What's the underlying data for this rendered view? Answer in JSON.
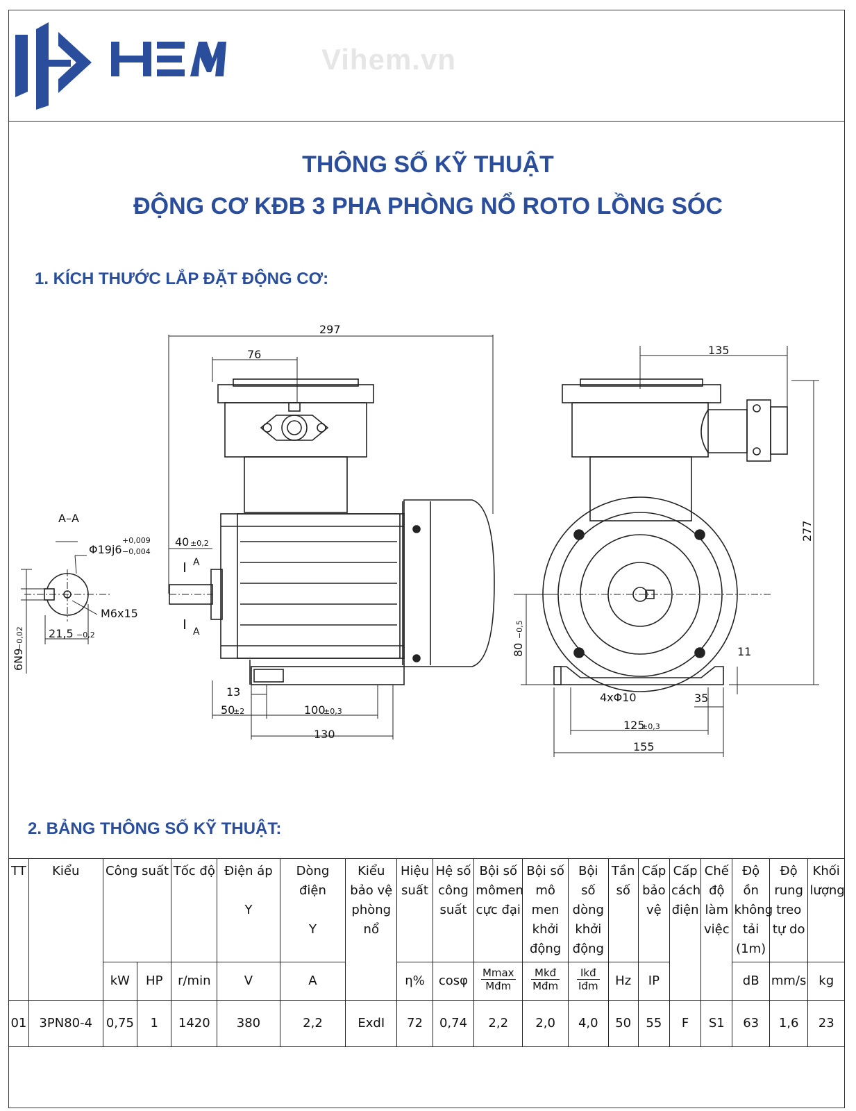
{
  "header": {
    "brand": "HEM",
    "watermark": "Vihem.vn"
  },
  "titles": {
    "line1": "THÔNG SỐ KỸ THUẬT",
    "line2": "ĐỘNG CƠ KĐB 3 PHA PHÒNG NỔ ROTO LỒNG SÓC"
  },
  "sections": {
    "dimensions": "1. KÍCH THƯỚC LẮP ĐẶT ĐỘNG CƠ:",
    "specs": "2. BẢNG THÔNG SỐ KỸ THUẬT:"
  },
  "drawing": {
    "section_label": "A–A",
    "shaft_dia": "Φ19j6",
    "shaft_tol_up": "+0,009",
    "shaft_tol_low": "−0,004",
    "thread": "M6x15",
    "key_depth": "21,5",
    "key_depth_tol": "−0,2",
    "key_width": "6N9",
    "key_width_tol": "−0,02",
    "length_total": "297",
    "dim_76": "76",
    "dim_40": "40",
    "dim_40_tol": "±0,2",
    "cut_a": "A",
    "dim_13": "13",
    "dim_50": "50",
    "dim_50_tol": "±2",
    "dim_100": "100",
    "dim_100_tol": "±0,3",
    "dim_130": "130",
    "dim_135": "135",
    "dim_277": "277",
    "dim_80": "80",
    "dim_80_tol": "−0,5",
    "dim_11": "11",
    "holes": "4xΦ10",
    "dim_35": "35",
    "dim_125": "125",
    "dim_125_tol": "±0,3",
    "dim_155": "155"
  },
  "table": {
    "headers": {
      "tt": "TT",
      "kieu": "Kiểu",
      "cong_suat": "Công suất",
      "toc_do": "Tốc độ",
      "dien_ap": "Điện áp",
      "dien_ap_y": "Y",
      "dong_dien": "Dòng điện",
      "dong_dien_y": "Y",
      "kieu_bao_ve": "Kiểu bảo vệ phòng nổ",
      "hieu_suat": "Hiệu suất",
      "he_so": "Hệ số công suất",
      "boi_so_momen": "Bội số mômen cực đại",
      "boi_so_khoi": "Bội số mô men khởi động",
      "boi_so_dong": "Bội số dòng khởi động",
      "tan_so": "Tần số",
      "cap_bao_ve": "Cấp bảo vệ",
      "cap_cach_dien": "Cấp cách điện",
      "che_do": "Chế độ làm việc",
      "do_on": "Độ ồn không tải (1m)",
      "do_rung": "Độ rung treo tự do",
      "khoi_luong": "Khối lượng"
    },
    "units": {
      "kw": "kW",
      "hp": "HP",
      "rpm": "r/min",
      "v": "V",
      "a": "A",
      "eff": "η%",
      "cos": "cosφ",
      "mmax_num": "Mmax",
      "mmax_den": "Mđm",
      "mkd_num": "Mkđ",
      "mkd_den": "Mđm",
      "ikd_num": "Ikđ",
      "ikd_den": "Iđm",
      "hz": "Hz",
      "ip": "IP",
      "db": "dB",
      "mms": "mm/s",
      "kg": "kg"
    },
    "row": {
      "tt": "01",
      "kieu": "3PN80-4",
      "kw": "0,75",
      "hp": "1",
      "rpm": "1420",
      "v": "380",
      "a": "2,2",
      "protection": "ExdI",
      "eff": "72",
      "cos": "0,74",
      "mmax": "2,2",
      "mkd": "2,0",
      "ikd": "4,0",
      "hz": "50",
      "ip": "55",
      "insulation": "F",
      "duty": "S1",
      "db": "63",
      "vib": "1,6",
      "kg": "23"
    }
  },
  "colors": {
    "brand_blue": "#2a4e9c",
    "line": "#222222"
  }
}
